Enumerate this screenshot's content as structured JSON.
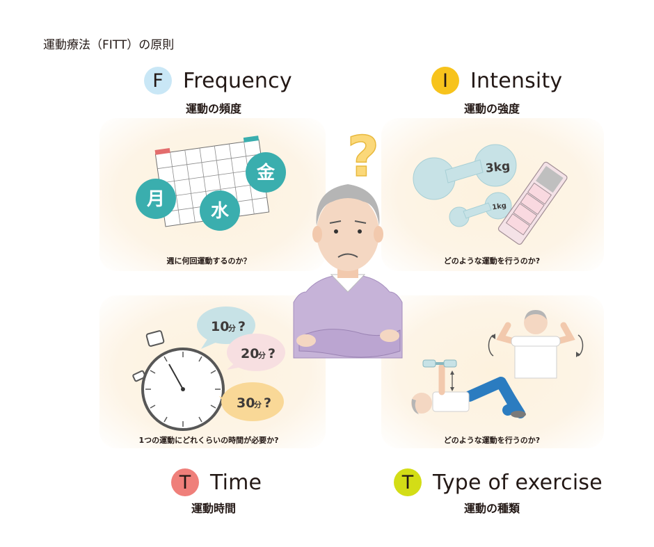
{
  "page_title": "運動療法（FITT）の原則",
  "sections": {
    "frequency": {
      "letter": "F",
      "word": "Frequency",
      "subtitle": "運動の頻度",
      "question": "週に何回運動するのか？",
      "days": [
        "月",
        "水",
        "金"
      ],
      "badge_color": "#c9e7f6"
    },
    "intensity": {
      "letter": "I",
      "word": "Intensity",
      "subtitle": "運動の強度",
      "question": "どのような運動を行うのか?",
      "weights": [
        "3kg",
        "1kg"
      ],
      "badge_color": "#f7c31c"
    },
    "time": {
      "letter": "T",
      "word": "Time",
      "subtitle": "運動時間",
      "question": "1つの運動にどれくらいの時間が必要か?",
      "bubbles": [
        {
          "num": "10",
          "unit": "分",
          "mark": "?"
        },
        {
          "num": "20",
          "unit": "分",
          "mark": "?"
        },
        {
          "num": "30",
          "unit": "分",
          "mark": "?"
        }
      ],
      "badge_color": "#ef7f7a"
    },
    "type": {
      "letter": "T",
      "word": "Type of exercise",
      "subtitle": "運動の種類",
      "question": "どのような運動を行うのか?",
      "badge_color": "#d3dd16"
    }
  },
  "center": {
    "question_mark": "?"
  },
  "colors": {
    "teal": "#3aaeae",
    "dumbbell": "#c7e2e6",
    "sweater": "#c6b3d8",
    "bubble_blue": "#c7e2e6",
    "bubble_pink": "#f7dfe1",
    "bubble_yellow": "#f9d897",
    "question_mark": "#fbd879"
  }
}
